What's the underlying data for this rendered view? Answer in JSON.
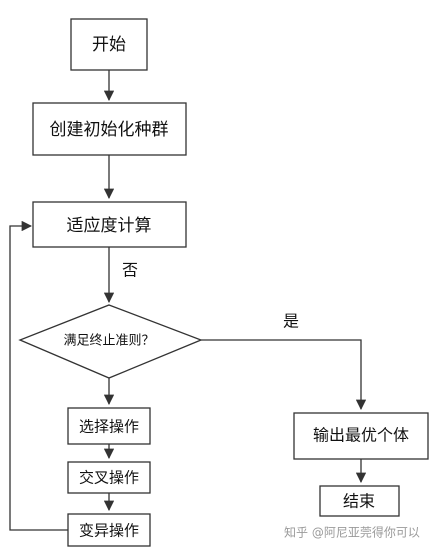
{
  "diagram": {
    "type": "flowchart",
    "nodes": {
      "start": "开始",
      "init": "创建初始化种群",
      "fitness": "适应度计算",
      "check": "满足终止准则？",
      "select": "选择操作",
      "crossover": "交叉操作",
      "mutate": "变异操作",
      "output": "输出最优个体",
      "end": "结束"
    },
    "edges": {
      "no_label": "否",
      "yes_label": "是"
    },
    "colors": {
      "stroke": "#333333",
      "text": "#111111",
      "background": "#ffffff"
    }
  },
  "watermark": {
    "text": "知乎 @阿尼亚莞得你可以"
  }
}
